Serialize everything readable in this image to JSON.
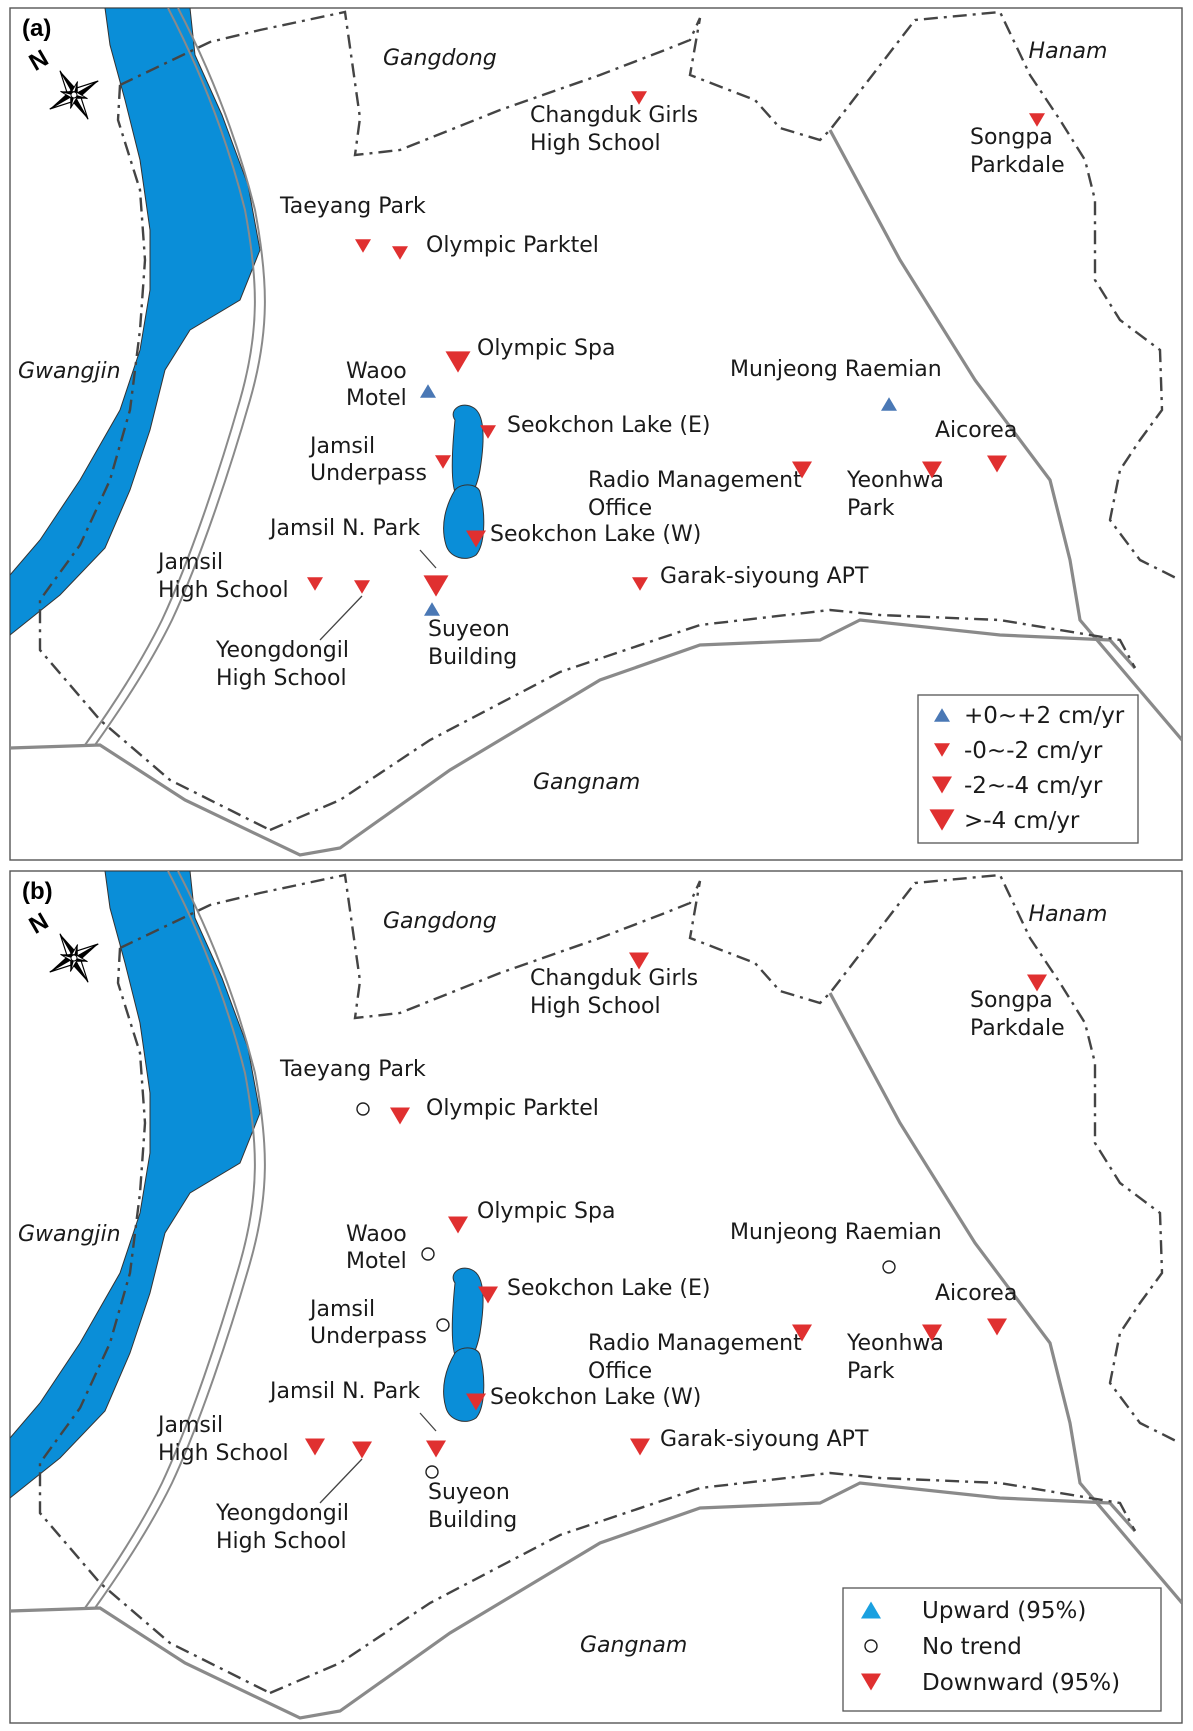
{
  "colors": {
    "river": "#0a8ed8",
    "lake": "#0a8ed8",
    "upward_a": "#4a78b5",
    "upward_b": "#1aa0e0",
    "downward": "#e03030",
    "road": "#8a8a8a",
    "boundary": "#444444"
  },
  "icons": {
    "north_arrow": "compass-rose-icon",
    "upward": "triangle-up-icon",
    "downward": "triangle-down-icon",
    "no_trend": "circle-open-icon"
  },
  "panels": [
    {
      "tag": "(a)",
      "north": "N",
      "regions": {
        "gangdong": "Gangdong",
        "hanam": "Hanam",
        "gwangjin": "Gwangjin",
        "gangnam": "Gangnam"
      },
      "labels": {
        "changduk": [
          "Changduk Girls",
          "High School"
        ],
        "songpa": [
          "Songpa",
          "Parkdale"
        ],
        "taeyang": [
          "Taeyang Park"
        ],
        "parktel": [
          "Olympic Parktel"
        ],
        "spa": [
          "Olympic Spa"
        ],
        "waoo": [
          "Waoo",
          "Motel"
        ],
        "munjeong": [
          "Munjeong Raemian"
        ],
        "lake_e": [
          "Seokchon Lake (E)"
        ],
        "aicorea": [
          "Aicorea"
        ],
        "underpass": [
          "Jamsil",
          "Underpass"
        ],
        "radio": [
          "Radio Management",
          "Office"
        ],
        "yeonhwa": [
          "Yeonhwa",
          "Park"
        ],
        "npark": [
          "Jamsil N. Park"
        ],
        "lake_w": [
          "Seokchon Lake (W)"
        ],
        "jamsil_hs": [
          "Jamsil",
          "High School"
        ],
        "garak": [
          "Garak-siyoung APT"
        ],
        "yeongdongil": [
          "Yeongdongil",
          "High School"
        ],
        "suyeon": [
          "Suyeon",
          "Building"
        ]
      },
      "legend": [
        {
          "symbol": "up",
          "size": "small",
          "label": "+0~+2 cm/yr"
        },
        {
          "symbol": "down",
          "size": "small",
          "label": "-0~-2 cm/yr"
        },
        {
          "symbol": "down",
          "size": "medium",
          "label": "-2~-4 cm/yr"
        },
        {
          "symbol": "down",
          "size": "large",
          "label": ">-4 cm/yr"
        }
      ],
      "stations": {
        "changduk": {
          "symbol": "down",
          "size": "small"
        },
        "songpa": {
          "symbol": "down",
          "size": "small"
        },
        "taeyang": {
          "symbol": "down",
          "size": "small"
        },
        "parktel": {
          "symbol": "down",
          "size": "small"
        },
        "spa": {
          "symbol": "down",
          "size": "large"
        },
        "waoo": {
          "symbol": "up",
          "size": "small"
        },
        "munjeong": {
          "symbol": "up",
          "size": "small"
        },
        "lake_e": {
          "symbol": "down",
          "size": "small"
        },
        "aicorea": {
          "symbol": "down",
          "size": "medium"
        },
        "underpass": {
          "symbol": "down",
          "size": "small"
        },
        "radio": {
          "symbol": "down",
          "size": "medium"
        },
        "yeonhwa": {
          "symbol": "down",
          "size": "medium"
        },
        "npark": {
          "symbol": "down",
          "size": "large"
        },
        "lake_w": {
          "symbol": "down",
          "size": "medium"
        },
        "jamsil_hs": {
          "symbol": "down",
          "size": "small"
        },
        "garak": {
          "symbol": "down",
          "size": "small"
        },
        "yeongdongil": {
          "symbol": "down",
          "size": "small"
        },
        "suyeon": {
          "symbol": "up",
          "size": "small"
        }
      }
    },
    {
      "tag": "(b)",
      "north": "N",
      "regions": {
        "gangdong": "Gangdong",
        "hanam": "Hanam",
        "gwangjin": "Gwangjin",
        "gangnam": "Gangnam"
      },
      "labels": {
        "changduk": [
          "Changduk Girls",
          "High School"
        ],
        "songpa": [
          "Songpa",
          "Parkdale"
        ],
        "taeyang": [
          "Taeyang Park"
        ],
        "parktel": [
          "Olympic Parktel"
        ],
        "spa": [
          "Olympic Spa"
        ],
        "waoo": [
          "Waoo",
          "Motel"
        ],
        "munjeong": [
          "Munjeong Raemian"
        ],
        "lake_e": [
          "Seokchon Lake (E)"
        ],
        "aicorea": [
          "Aicorea"
        ],
        "underpass": [
          "Jamsil",
          "Underpass"
        ],
        "radio": [
          "Radio Management",
          "Office"
        ],
        "yeonhwa": [
          "Yeonhwa",
          "Park"
        ],
        "npark": [
          "Jamsil N. Park"
        ],
        "lake_w": [
          "Seokchon Lake (W)"
        ],
        "jamsil_hs": [
          "Jamsil",
          "High School"
        ],
        "garak": [
          "Garak-siyoung APT"
        ],
        "yeongdongil": [
          "Yeongdongil",
          "High School"
        ],
        "suyeon": [
          "Suyeon",
          "Building"
        ]
      },
      "legend": [
        {
          "symbol": "up",
          "size": "medium",
          "label": "Upward (95%)"
        },
        {
          "symbol": "none",
          "size": "small",
          "label": "No trend"
        },
        {
          "symbol": "down",
          "size": "medium",
          "label": "Downward (95%)"
        }
      ],
      "stations": {
        "changduk": {
          "symbol": "down",
          "size": "medium"
        },
        "songpa": {
          "symbol": "down",
          "size": "medium"
        },
        "taeyang": {
          "symbol": "none",
          "size": "small"
        },
        "parktel": {
          "symbol": "down",
          "size": "medium"
        },
        "spa": {
          "symbol": "down",
          "size": "medium"
        },
        "waoo": {
          "symbol": "none",
          "size": "small"
        },
        "munjeong": {
          "symbol": "none",
          "size": "small"
        },
        "lake_e": {
          "symbol": "down",
          "size": "medium"
        },
        "aicorea": {
          "symbol": "down",
          "size": "medium"
        },
        "underpass": {
          "symbol": "none",
          "size": "small"
        },
        "radio": {
          "symbol": "down",
          "size": "medium"
        },
        "yeonhwa": {
          "symbol": "down",
          "size": "medium"
        },
        "npark": {
          "symbol": "down",
          "size": "medium"
        },
        "lake_w": {
          "symbol": "down",
          "size": "medium"
        },
        "jamsil_hs": {
          "symbol": "down",
          "size": "medium"
        },
        "garak": {
          "symbol": "down",
          "size": "medium"
        },
        "yeongdongil": {
          "symbol": "down",
          "size": "medium"
        },
        "suyeon": {
          "symbol": "none",
          "size": "small"
        }
      }
    }
  ]
}
